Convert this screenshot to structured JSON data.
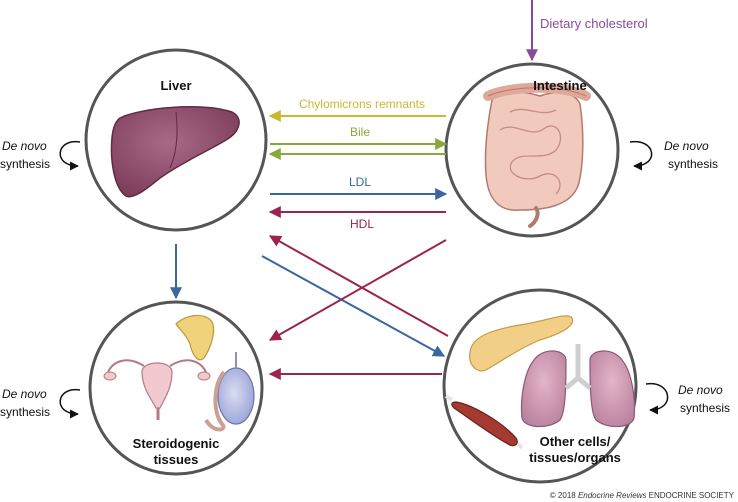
{
  "dietary": {
    "label": "Dietary cholesterol"
  },
  "organs": {
    "liver": "Liver",
    "intestine": "Intestine",
    "steroid": [
      "Steroidogenic",
      "tissues"
    ],
    "other": [
      "Other cells/",
      "tissues/organs"
    ]
  },
  "flows": {
    "chylo": "Chylomicrons remnants",
    "bile": "Bile",
    "ldl": "LDL",
    "hdl": "HDL"
  },
  "denovo": {
    "italic": "De novo",
    "word": "synthesis"
  },
  "copyright": {
    "prefix": "© 2018 ",
    "journal": "Endocrine Reviews",
    "suffix": " ENDOCRINE SOCIETY"
  },
  "colors": {
    "purple": "#8a4a9c",
    "yellow": "#c9b830",
    "green": "#8aa83a",
    "blue": "#3a67a0",
    "maroon": "#9b2450"
  },
  "icons": [
    "liver-icon",
    "intestine-icon",
    "thyroid-gland-icon",
    "uterus-icon",
    "testis-icon",
    "pancreas-icon",
    "lungs-icon",
    "muscle-icon",
    "cycle-arrow-icon"
  ]
}
